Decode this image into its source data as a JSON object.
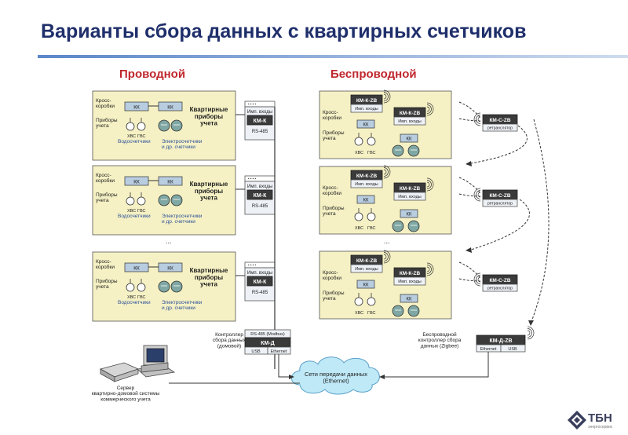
{
  "title": "Варианты сбора данных с квартирных счетчиков",
  "columns": {
    "wired": "Проводной",
    "wireless": "Беспроводной"
  },
  "building": {
    "cross_boxes": "Кросс-\nкоробки",
    "meters": "Приборы\nучета",
    "kk": "КК",
    "apt_meters": "Квартирные\nприборы\nучета",
    "water_meters": "Водосчетчики",
    "electric_meters": "Электросчетчики\nи др. счетчики",
    "hvs": "ХВС",
    "gvs": "ГВС"
  },
  "wired_device": {
    "header": "Имп. входы",
    "name": "КМ-К",
    "port": "RS-485"
  },
  "wireless_unit": {
    "name": "КМ-К-ZB",
    "inputs": "Имп. входы"
  },
  "repeater": {
    "name": "КМ-С-ZB",
    "label": "ретранслятор"
  },
  "ellipsis": "...",
  "house_controller": {
    "caption": "Контроллер\nсбора данных\n(домовой)",
    "port_top": "RS-485 (Modbus)",
    "name": "КМ-Д",
    "ports": [
      "USB",
      "Ethernet"
    ]
  },
  "wireless_controller": {
    "caption": "Беспроводной\nконтроллер сбора\nданных (Zigbee)",
    "name": "КМ-Д-ZB",
    "ports": [
      "Ethernet",
      "USB"
    ]
  },
  "network": "Сети передачи данных\n(Ethernet)",
  "server": "Сервер\nквартирно-домовой системы\nкоммерческого учета",
  "logo": {
    "name": "ТБН",
    "sub": "энергосервис"
  },
  "colors": {
    "title": "#1f2f6b",
    "accent": "#c0272d",
    "panel": "#f5f1c4",
    "cloud": "#bfe9f7"
  }
}
